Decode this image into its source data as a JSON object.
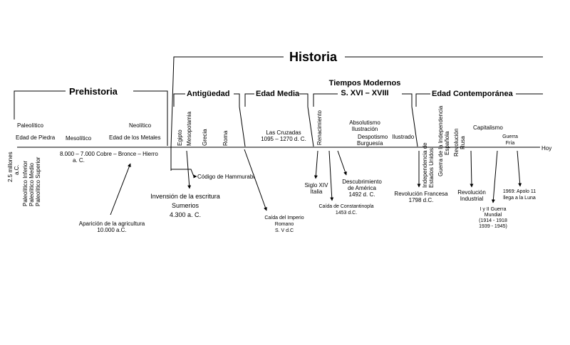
{
  "periods": {
    "historia": "Historia",
    "prehistoria": "Prehistoria",
    "antiguedad": "Antigüedad",
    "edad_media": "Edad Media",
    "tiempos_modernos": [
      "Tiempos Modernos",
      "S. XVI – XVIII"
    ],
    "edad_contemporanea": "Edad Contemporánea"
  },
  "prehistory": {
    "paleolitico": "Paleolítico",
    "edad_piedra": "Edad de Piedra",
    "mesolitico": "Mesolítico",
    "neolitico": "Neolítico",
    "edad_metales": "Edad de los Metales",
    "start": [
      "2.5 millones",
      "a.C."
    ],
    "paleolitico_fases": [
      "Paleolítico Inferior",
      "Paleolítico Medio",
      "Paleolítico Superior"
    ],
    "metales_fecha": [
      "8.000 – 7.000 Cobre – Bronce – Hierro",
      "a. C."
    ],
    "agricultura": [
      "Aparición de la agricultura",
      "10.000 a.C."
    ]
  },
  "ancient": {
    "egipto": "Egipto",
    "mesopotamia": "Mesopotamia",
    "grecia": "Grecia",
    "roma": "Roma",
    "hammurabi": "Código de Hammurabi",
    "escritura": [
      "Invensión de la escritura",
      "Sumerios",
      "4.300 a. C."
    ]
  },
  "medieval": {
    "cruzadas": [
      "Las Cruzadas",
      "1095 – 1270 d. C."
    ],
    "caida_roma": [
      "Caída del Imperio",
      "Romano",
      "S. V d.C"
    ]
  },
  "modern": {
    "renacimiento": "Renacimiento",
    "absolutismo": [
      "Absolutismo",
      "Ilustración"
    ],
    "despotismo": [
      "Despotismo",
      "Ilustrado"
    ],
    "burguesia": "Burguesía",
    "siglo_xiv": [
      "Siglo XIV",
      "Italia"
    ],
    "descubrimiento": [
      "Descubrimiento",
      "de América",
      "1492 d. C."
    ],
    "constantinopla": [
      "Caída de Constantinopla",
      "1453 d.C."
    ]
  },
  "contemporary": {
    "independencia_eeuu": [
      "Independencia de",
      "Estados Unidos"
    ],
    "guerra_independencia": [
      "Guerra de la Independencia",
      "Española"
    ],
    "revolucion_rusa": [
      "Revolución",
      "Rusa"
    ],
    "capitalismo": "Capitalismo",
    "guerra_fria": [
      "Guerra",
      "Fría"
    ],
    "revolucion_francesa": [
      "Revolución Francesa",
      "1798 d.C."
    ],
    "revolucion_industrial": [
      "Revolución",
      "Industrial"
    ],
    "guerras_mundiales": [
      "I y II Guerra",
      "Mundial",
      "(1914 - 1918",
      "1939 - 1945)"
    ],
    "apolo": [
      "1969: Apolo 11",
      "llega a la Luna"
    ],
    "hoy": "Hoy"
  }
}
